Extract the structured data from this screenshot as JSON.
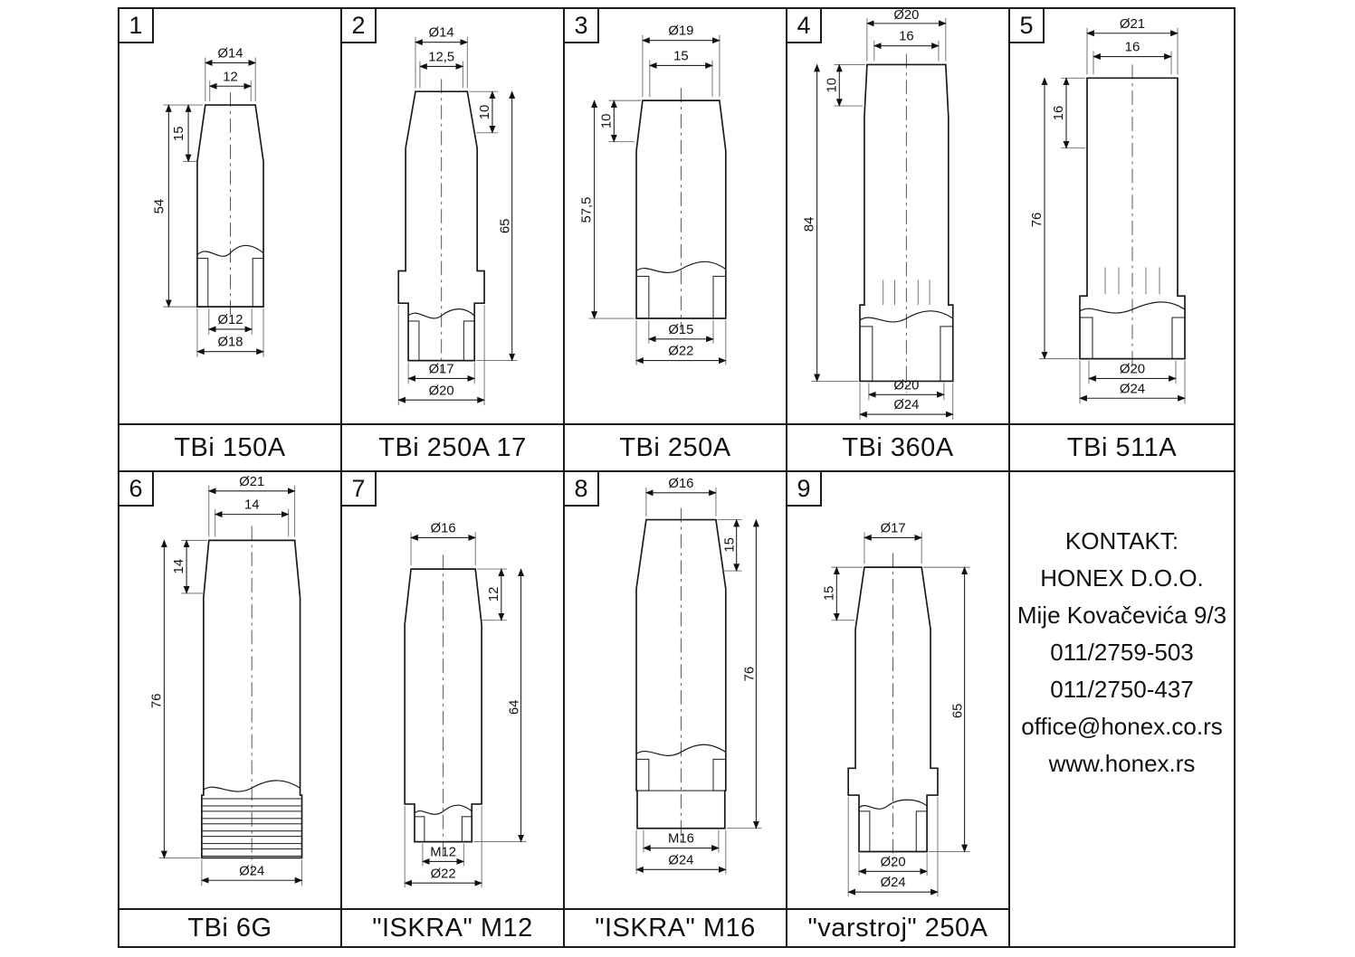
{
  "page": {
    "background": "#ffffff",
    "line_color": "#1a1a1a"
  },
  "cells": [
    {
      "number": "1",
      "name": "TBi 150A",
      "dims": {
        "top_outer": "Ø14",
        "top_inner": "12",
        "side_upper": "15",
        "side_total": "54",
        "bottom_inner": "Ø12",
        "bottom_outer": "Ø18"
      }
    },
    {
      "number": "2",
      "name": "TBi 250A 17",
      "dims": {
        "top_outer": "Ø14",
        "top_inner": "12,5",
        "side_upper": "10",
        "side_total": "65",
        "bottom_inner": "Ø17",
        "bottom_outer": "Ø20"
      }
    },
    {
      "number": "3",
      "name": "TBi 250A",
      "dims": {
        "top_outer": "Ø19",
        "top_inner": "15",
        "side_upper": "10",
        "side_total": "57,5",
        "bottom_inner": "Ø15",
        "bottom_outer": "Ø22"
      }
    },
    {
      "number": "4",
      "name": "TBi 360A",
      "dims": {
        "top_outer": "Ø20",
        "top_inner": "16",
        "side_upper": "10",
        "side_total": "84",
        "bottom_inner": "Ø20",
        "bottom_outer": "Ø24"
      }
    },
    {
      "number": "5",
      "name": "TBi 511A",
      "dims": {
        "top_outer": "Ø21",
        "top_inner": "16",
        "side_upper": "16",
        "side_total": "76",
        "bottom_inner": "Ø20",
        "bottom_outer": "Ø24"
      }
    },
    {
      "number": "6",
      "name": "TBi 6G",
      "dims": {
        "top_outer": "Ø21",
        "top_inner": "14",
        "side_upper": "14",
        "side_total": "76",
        "bottom_outer": "Ø24"
      }
    },
    {
      "number": "7",
      "name": "\"ISKRA\" M12",
      "dims": {
        "top_outer": "Ø16",
        "side_upper": "12",
        "side_total": "64",
        "bottom_inner": "M12",
        "bottom_outer": "Ø22"
      }
    },
    {
      "number": "8",
      "name": "\"ISKRA\" M16",
      "dims": {
        "top_outer": "Ø16",
        "side_upper": "15",
        "side_total": "76",
        "bottom_inner": "M16",
        "bottom_outer": "Ø24"
      }
    },
    {
      "number": "9",
      "name": "\"varstroj\" 250A",
      "dims": {
        "top_outer": "Ø17",
        "side_upper": "15",
        "side_total": "65",
        "bottom_inner": "Ø20",
        "bottom_outer": "Ø24"
      }
    }
  ],
  "contact": {
    "title": "KONTAKT:",
    "company": "HONEX D.O.O.",
    "address": "Mije Kovačevića 9/3",
    "phone1": "011/2759-503",
    "phone2": "011/2750-437",
    "email": "office@honex.co.rs",
    "website": "www.honex.rs"
  }
}
